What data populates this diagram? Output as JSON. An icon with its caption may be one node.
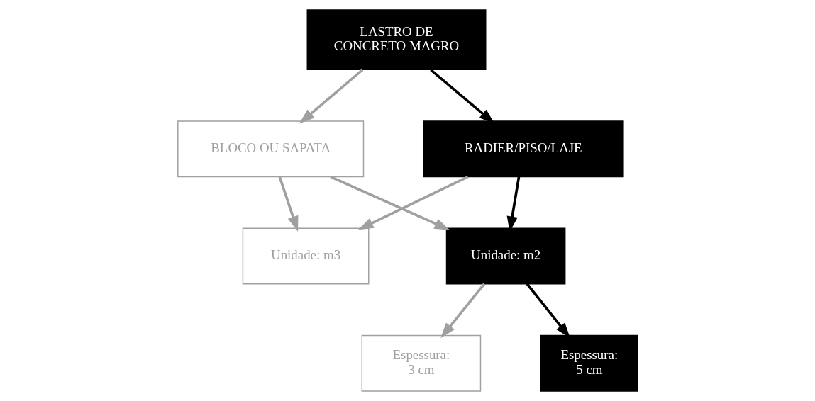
{
  "diagram": {
    "nodes": [
      {
        "text": [
          "LASTRO DE CONCRETO MAGRO"
        ]
      },
      {
        "text": [
          "BLOCO OU SAPATA"
        ]
      },
      {
        "text": [
          "RADIER/PISO/LAJE"
        ]
      },
      {
        "text": [
          "Unidade: m3"
        ]
      },
      {
        "text": [
          "Unidade: m2"
        ]
      },
      {
        "text": [
          "Espessura: 3 cm"
        ]
      },
      {
        "text": [
          "Espessura: 5 cm"
        ]
      }
    ],
    "edges": [
      {
        "from": 0,
        "to": 1,
        "arrow": "to"
      },
      {
        "from": 0,
        "to": 2,
        "arrow": "to",
        "color": "#000000"
      },
      {
        "from": 1,
        "to": 3,
        "arrow": "to"
      },
      {
        "from": 1,
        "to": 4,
        "arrow": "to"
      },
      {
        "from": 2,
        "to": 3,
        "arrow": "to"
      },
      {
        "from": 2,
        "to": 4,
        "arrow": "to",
        "color": "#000000"
      },
      {
        "from": 4,
        "to": 5,
        "arrow": "to"
      },
      {
        "from": 4,
        "to": 6,
        "arrow": "to",
        "color": "#000000"
      }
    ]
  }
}
